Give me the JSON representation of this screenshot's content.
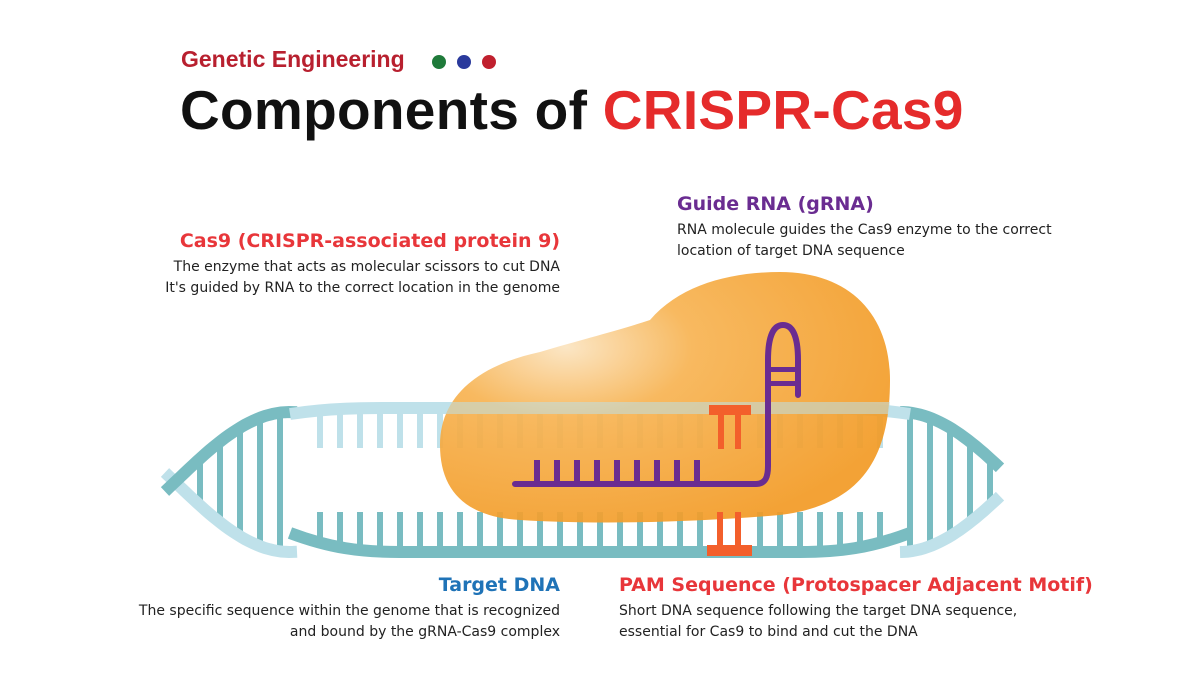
{
  "header": {
    "eyebrow": "Genetic Engineering",
    "title_main": "Components of ",
    "title_accent": "CRISPR-Cas9",
    "dot_colors": [
      "#1f7a3a",
      "#2a3a9c",
      "#c0202e"
    ]
  },
  "labels": {
    "cas9": {
      "title": "Cas9 (CRISPR-associated protein 9)",
      "lines": [
        "The enzyme that acts as molecular scissors to cut DNA",
        "It's guided by RNA to the correct location in the genome"
      ],
      "color": "#e8363a"
    },
    "grna": {
      "title": "Guide RNA (gRNA)",
      "lines": [
        "RNA molecule guides the Cas9 enzyme to the correct",
        "location of target DNA sequence"
      ],
      "color": "#6a2c91"
    },
    "target_dna": {
      "title": "Target DNA",
      "lines": [
        "The specific sequence within the genome that is recognized",
        "and bound by the gRNA-Cas9 complex"
      ],
      "color": "#1f73b7"
    },
    "pam": {
      "title": "PAM Sequence (Protospacer Adjacent Motif)",
      "lines": [
        "Short DNA sequence following the target DNA sequence,",
        "essential for Cas9 to bind and cut the DNA"
      ],
      "color": "#e8363a"
    }
  },
  "colors": {
    "dna_dark": "#79bcc1",
    "dna_light": "#bfe1ea",
    "protein": "#f6a53a",
    "grna": "#6a2c91",
    "pam": "#f35f2b"
  }
}
